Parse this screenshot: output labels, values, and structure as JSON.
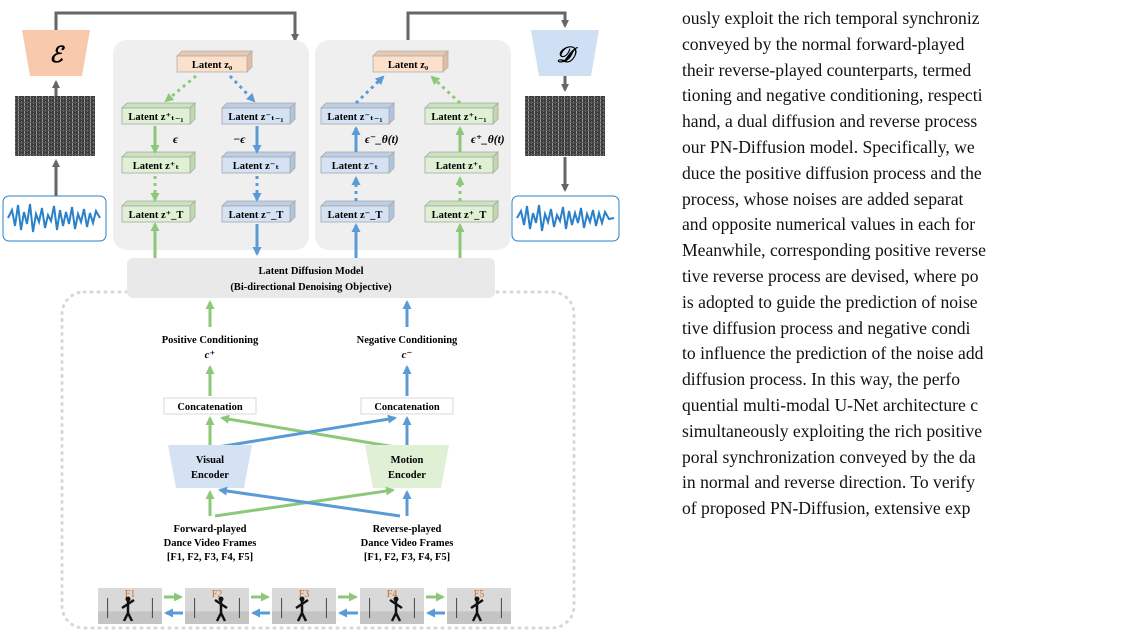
{
  "figure": {
    "encoder_symbol": "ℰ",
    "decoder_symbol": "𝒟",
    "latent_labels": {
      "z0": "Latent z₀",
      "z_prev_plus": "Latent z⁺ₜ₋₁",
      "z_prev_minus": "Latent z⁻ₜ₋₁",
      "z_t_plus": "Latent z⁺ₜ",
      "z_t_minus": "Latent z⁻ₜ",
      "z_T_plus": "Latent z⁺_T",
      "z_T_minus": "Latent z⁻_T"
    },
    "noise_labels": {
      "eps": "ϵ",
      "neg_eps": "−ϵ",
      "eps_theta_minus": "ϵ⁻_θ(t)",
      "eps_theta_plus": "ϵ⁺_θ(t)"
    },
    "ldm_title": "Latent Diffusion Model",
    "ldm_subtitle": "(Bi-directional Denoising Objective)",
    "positive_conditioning": "Positive Conditioning",
    "positive_symbol": "c⁺",
    "negative_conditioning": "Negative Conditioning",
    "negative_symbol": "c⁻",
    "concatenation": "Concatenation",
    "visual_encoder_line1": "Visual",
    "visual_encoder_line2": "Encoder",
    "motion_encoder_line1": "Motion",
    "motion_encoder_line2": "Encoder",
    "forward_line1": "Forward-played",
    "forward_line2": "Dance Video Frames",
    "forward_line3": "[F1, F2, F3, F4, F5]",
    "reverse_line1": "Reverse-played",
    "reverse_line2": "Dance Video Frames",
    "reverse_line3": "[F1, F2, F3, F4, F5]",
    "frames": [
      "F1",
      "F2",
      "F3",
      "F4",
      "F5"
    ]
  },
  "paper_lines": [
    "ously exploit the rich temporal synchroniz",
    "conveyed by the normal forward-played",
    "their reverse-played counterparts, termed",
    "tioning and negative conditioning, respecti",
    "hand, a dual diffusion and reverse process",
    "our PN-Diffusion model. Specifically, we",
    "duce the positive diffusion process and the",
    "process, whose noises are added separat",
    "and opposite numerical values in each for",
    "Meanwhile, corresponding positive reverse",
    "tive reverse process are devised, where po",
    "is adopted to guide the prediction of noise",
    "tive diffusion process and negative condi",
    "to influence the prediction of the noise add",
    "diffusion process. In this way, the perfo",
    "quential multi-modal U-Net architecture c",
    "simultaneously exploiting the rich positive",
    "poral synchronization conveyed by the da",
    "in normal and reverse direction. To verify",
    "of proposed PN-Diffusion, extensive exp"
  ],
  "colors": {
    "green": "#8dc87a",
    "blue": "#5b9bd5",
    "latent_orange": "#fbe0cc",
    "latent_green": "#dff0d5",
    "latent_blue": "#d4e2f3",
    "encoder_orange": "#f8c9ad",
    "decoder_blue": "#cfe0f5",
    "panel_gray": "#efefef",
    "waveform_blue": "#2a80c9",
    "frame_label_orange": "#d2691e"
  }
}
